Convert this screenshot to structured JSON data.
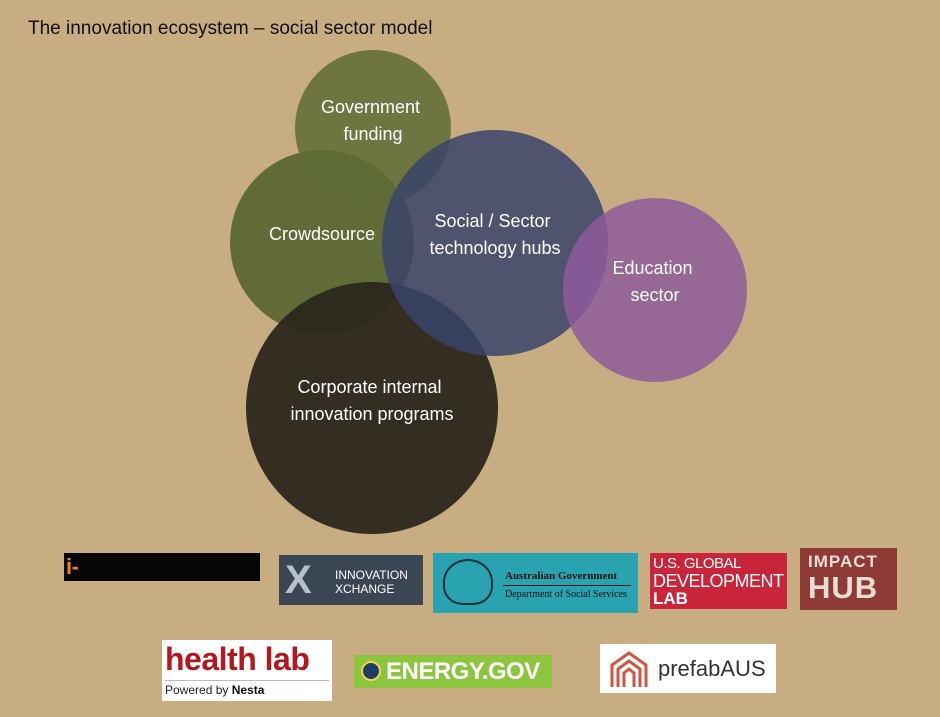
{
  "title": "The innovation ecosystem – social sector model",
  "colors": {
    "background": "#c8ad83",
    "government_funding": "#5e6b36",
    "crowdsource": "#4f5f2c",
    "social_sector_hubs": "#39436a",
    "education_sector": "#8e5a9a",
    "corporate_programs": "#2c271c"
  },
  "diagram": {
    "circles": [
      {
        "key": "crowdsource",
        "line1": "Crowdsource",
        "line2": ""
      },
      {
        "key": "government_funding",
        "line1": "Government",
        "line2": "funding"
      },
      {
        "key": "corporate_programs",
        "line1": "Corporate internal",
        "line2": "innovation programs"
      },
      {
        "key": "social_sector_hubs",
        "line1": "Social / Sector",
        "line2": "technology hubs"
      },
      {
        "key": "education_sector",
        "line1": "Education",
        "line2": "sector"
      }
    ]
  },
  "logos": {
    "i_manufacturing": "i-MANUFACTURING",
    "innovation_xchange": {
      "mark": "X",
      "line1": "INNOVATION",
      "line2": "XCHANGE"
    },
    "dss": {
      "line1": "Australian Government",
      "line2": "Department of Social Services"
    },
    "us_global_dev_lab": {
      "line1": "U.S. GLOBAL",
      "line2": "DEVELOPMENT",
      "line3": "LAB"
    },
    "impact_hub": {
      "line1": "IMPACT",
      "line2": "HUB"
    },
    "health_lab": {
      "name": "health lab",
      "powered_prefix": "Powered by",
      "powered_by": "Nesta"
    },
    "energy_gov": "ENERGY.GOV",
    "prefab_aus": "prefabAUS"
  }
}
